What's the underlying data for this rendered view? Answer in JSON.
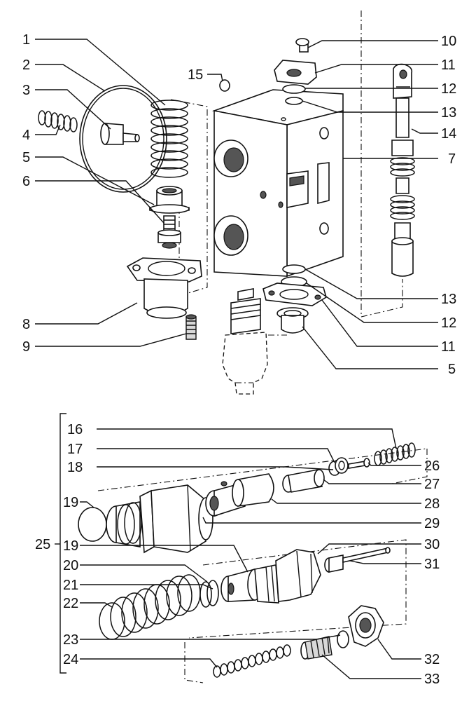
{
  "callouts": [
    {
      "id": "c1",
      "text": "1"
    },
    {
      "id": "c2",
      "text": "2"
    },
    {
      "id": "c3",
      "text": "3"
    },
    {
      "id": "c4",
      "text": "4"
    },
    {
      "id": "c5a",
      "text": "5"
    },
    {
      "id": "c6",
      "text": "6"
    },
    {
      "id": "c8",
      "text": "8"
    },
    {
      "id": "c9",
      "text": "9"
    },
    {
      "id": "c15",
      "text": "15"
    },
    {
      "id": "c10",
      "text": "10"
    },
    {
      "id": "c11a",
      "text": "11"
    },
    {
      "id": "c12a",
      "text": "12"
    },
    {
      "id": "c13a",
      "text": "13"
    },
    {
      "id": "c14",
      "text": "14"
    },
    {
      "id": "c7",
      "text": "7"
    },
    {
      "id": "c13b",
      "text": "13"
    },
    {
      "id": "c12b",
      "text": "12"
    },
    {
      "id": "c11b",
      "text": "11"
    },
    {
      "id": "c5b",
      "text": "5"
    },
    {
      "id": "c16",
      "text": "16"
    },
    {
      "id": "c17",
      "text": "17"
    },
    {
      "id": "c18",
      "text": "18"
    },
    {
      "id": "c19a",
      "text": "19"
    },
    {
      "id": "c25",
      "text": "25"
    },
    {
      "id": "c19b",
      "text": "19"
    },
    {
      "id": "c20",
      "text": "20"
    },
    {
      "id": "c21",
      "text": "21"
    },
    {
      "id": "c22",
      "text": "22"
    },
    {
      "id": "c23",
      "text": "23"
    },
    {
      "id": "c24",
      "text": "24"
    },
    {
      "id": "c26",
      "text": "26"
    },
    {
      "id": "c27",
      "text": "27"
    },
    {
      "id": "c28",
      "text": "28"
    },
    {
      "id": "c29",
      "text": "29"
    },
    {
      "id": "c30",
      "text": "30"
    },
    {
      "id": "c31",
      "text": "31"
    },
    {
      "id": "c32",
      "text": "32"
    },
    {
      "id": "c33",
      "text": "33"
    }
  ]
}
